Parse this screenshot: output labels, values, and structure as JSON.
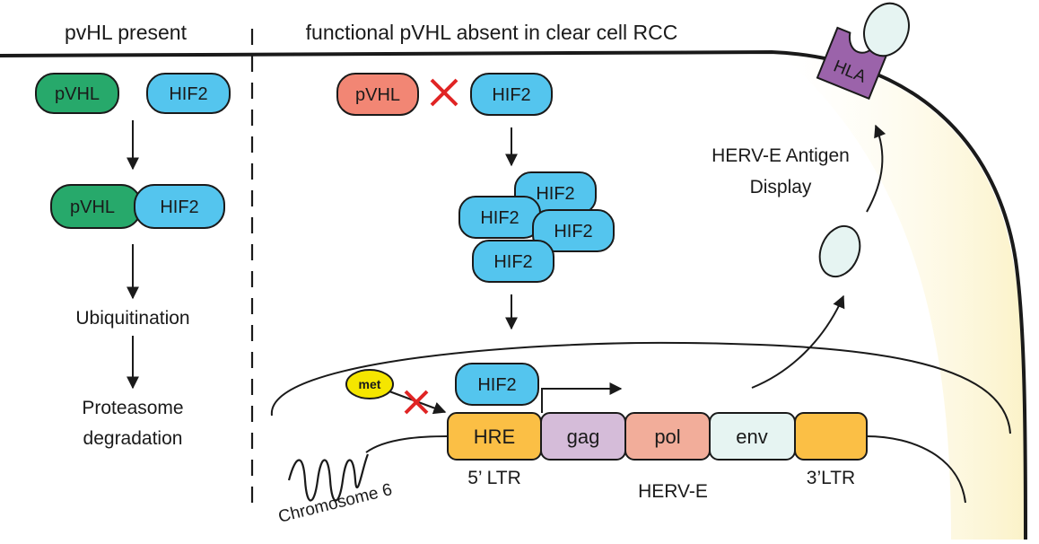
{
  "headers": {
    "left": "pvHL present",
    "right": "functional pVHL absent in clear cell RCC"
  },
  "left_panel": {
    "pvhl": "pVHL",
    "hif2": "HIF2",
    "complex_pvhl": "pVHL",
    "complex_hif2": "HIF2",
    "step1": "Ubiquitination",
    "step2_line1": "Proteasome",
    "step2_line2": "degradation"
  },
  "right_panel": {
    "pvhl": "pVHL",
    "hif2": "HIF2",
    "cluster": [
      "HIF2",
      "HIF2",
      "HIF2",
      "HIF2"
    ],
    "bound_hif2": "HIF2",
    "met": "met",
    "antigen_line1": "HERV-E Antigen",
    "antigen_line2": "Display",
    "hla": "HLA"
  },
  "genome": {
    "segments": [
      "HRE",
      "gag",
      "pol",
      "env",
      ""
    ],
    "ltr5": "5’ LTR",
    "herv": "HERV-E",
    "ltr3": "3’LTR",
    "chromosome": "Chromosome 6"
  },
  "colors": {
    "pvhl_green": "#27a96b",
    "pvhl_salmon": "#f28674",
    "hif2_blue": "#54c5ee",
    "hre_orange": "#fbbf45",
    "gag_lilac": "#d5bcd9",
    "pol_pink": "#f2ad9a",
    "env_pale": "#e6f4f2",
    "hla_purple": "#9b63aa",
    "met_yellow": "#f5e600",
    "inhibit_red": "#e02424"
  }
}
